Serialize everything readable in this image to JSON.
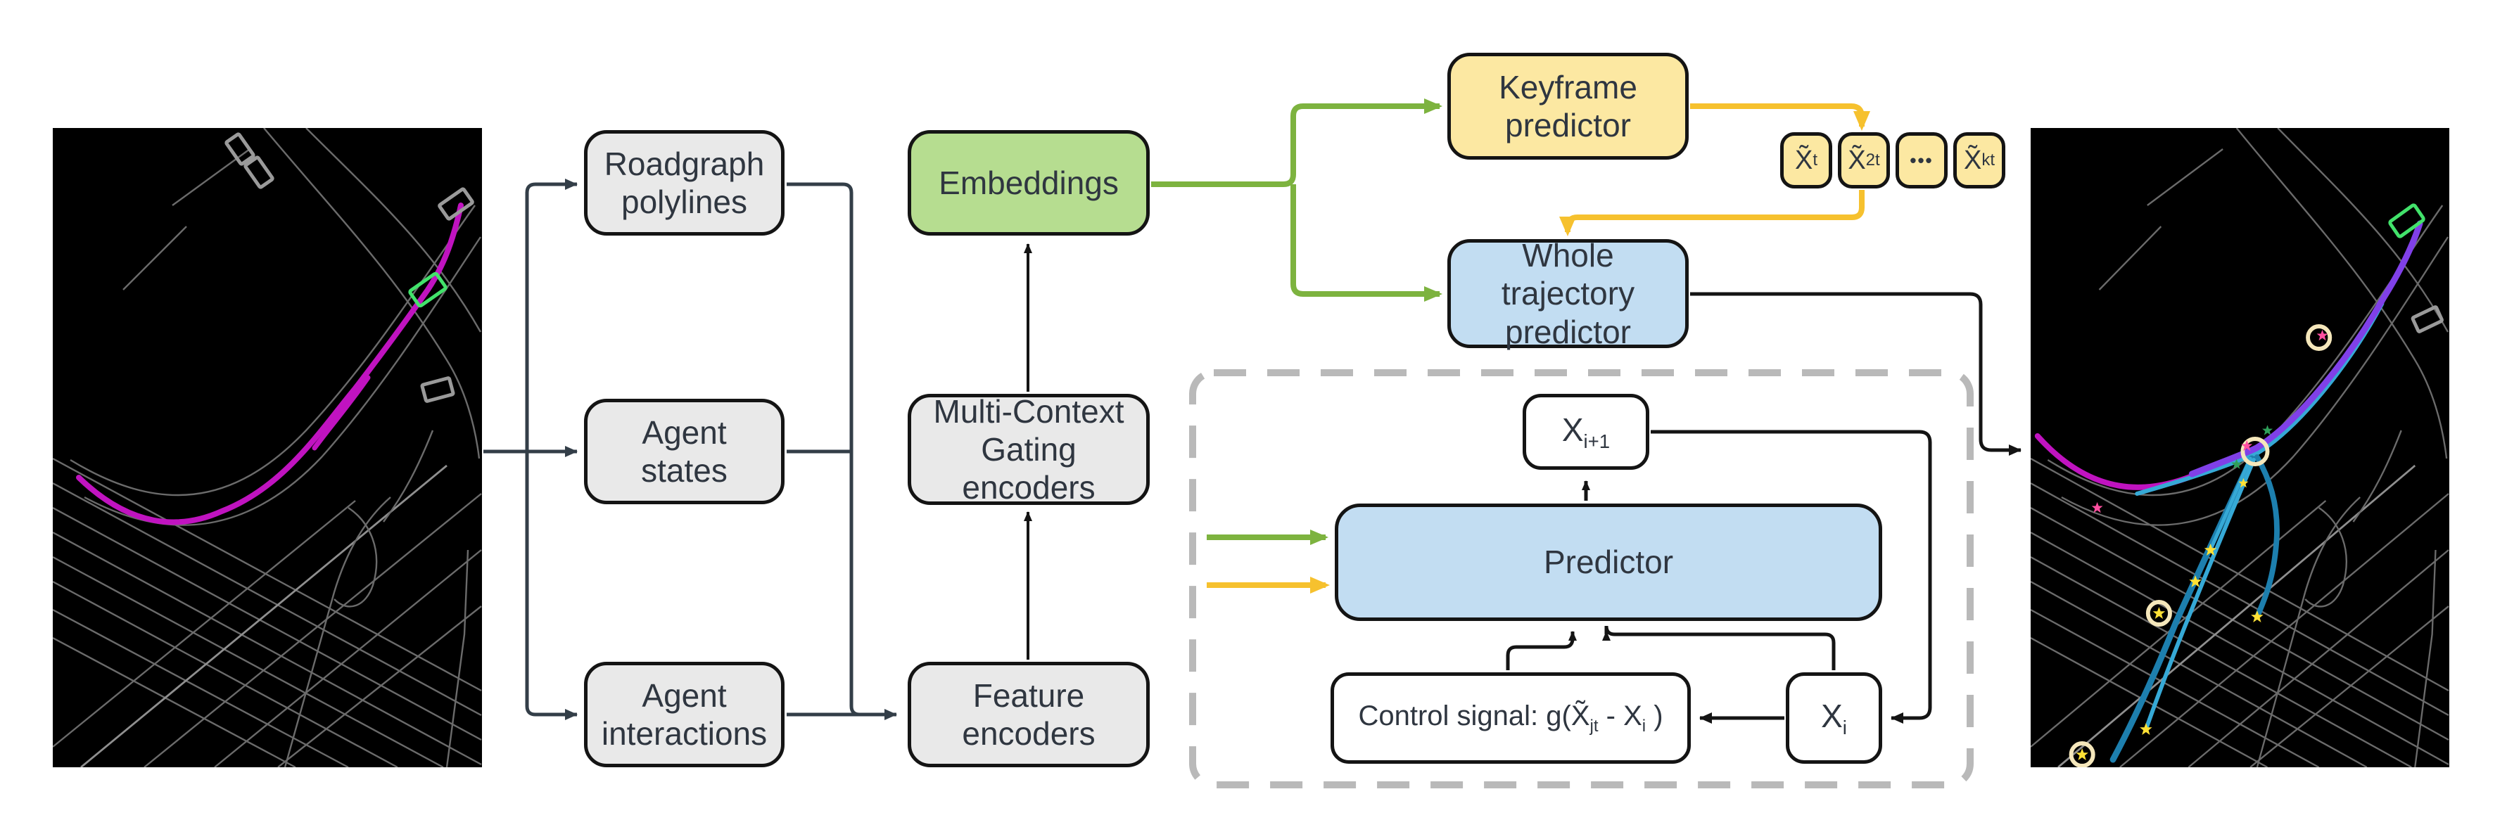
{
  "colors": {
    "line_dark": "#333e48",
    "line_black": "#141414",
    "green_arrow": "#7db33f",
    "yellow_arrow": "#f6c12e",
    "gray_box": "#e9e9e9",
    "green_box": "#b6dd90",
    "yellow_box": "#fce8a2",
    "blue_box": "#c2ddf2",
    "box_border": "#141414",
    "dashed": "#b9b9b9",
    "text": "#2f3640",
    "road": "#6b6b6b",
    "road_bright": "#8f8f8f",
    "magenta": "#c013c0",
    "purple": "#8040e8",
    "cyan_dark": "#1d7fae",
    "cyan_light": "#36a9d6",
    "circle": "#f5e7bb",
    "star_yellow": "#ffe135",
    "star_pink": "#ff4fa0",
    "star_green": "#2fa05a",
    "ego": "#42e26b",
    "car": "#9a9a9a"
  },
  "boxes": {
    "roadgraph": "Roadgraph polylines",
    "agent_states": "Agent states",
    "agent_interactions": "Agent interactions",
    "embeddings": "Embeddings",
    "mcg_encoders": "Multi-Context Gating encoders",
    "feature_encoders": "Feature encoders",
    "keyframe_predictor": "Keyframe predictor",
    "whole_traj_predictor": "Whole trajectory predictor",
    "predictor": "Predictor"
  },
  "tokens": [
    {
      "base": "X̃",
      "sub": "t"
    },
    {
      "base": "X̃",
      "sub": "2t"
    },
    {
      "base": "•••",
      "sub": ""
    },
    {
      "base": "X̃",
      "sub": "kt"
    }
  ],
  "x_next": {
    "base": "X",
    "sub": "i+1"
  },
  "x_i": {
    "base": "X",
    "sub": "i"
  },
  "control_signal": {
    "prefix": "Control signal: g(",
    "x1": "X̃",
    "sub1": "jt",
    "mid": " - ",
    "x2": "X",
    "sub2": "i",
    "suffix": " )"
  }
}
